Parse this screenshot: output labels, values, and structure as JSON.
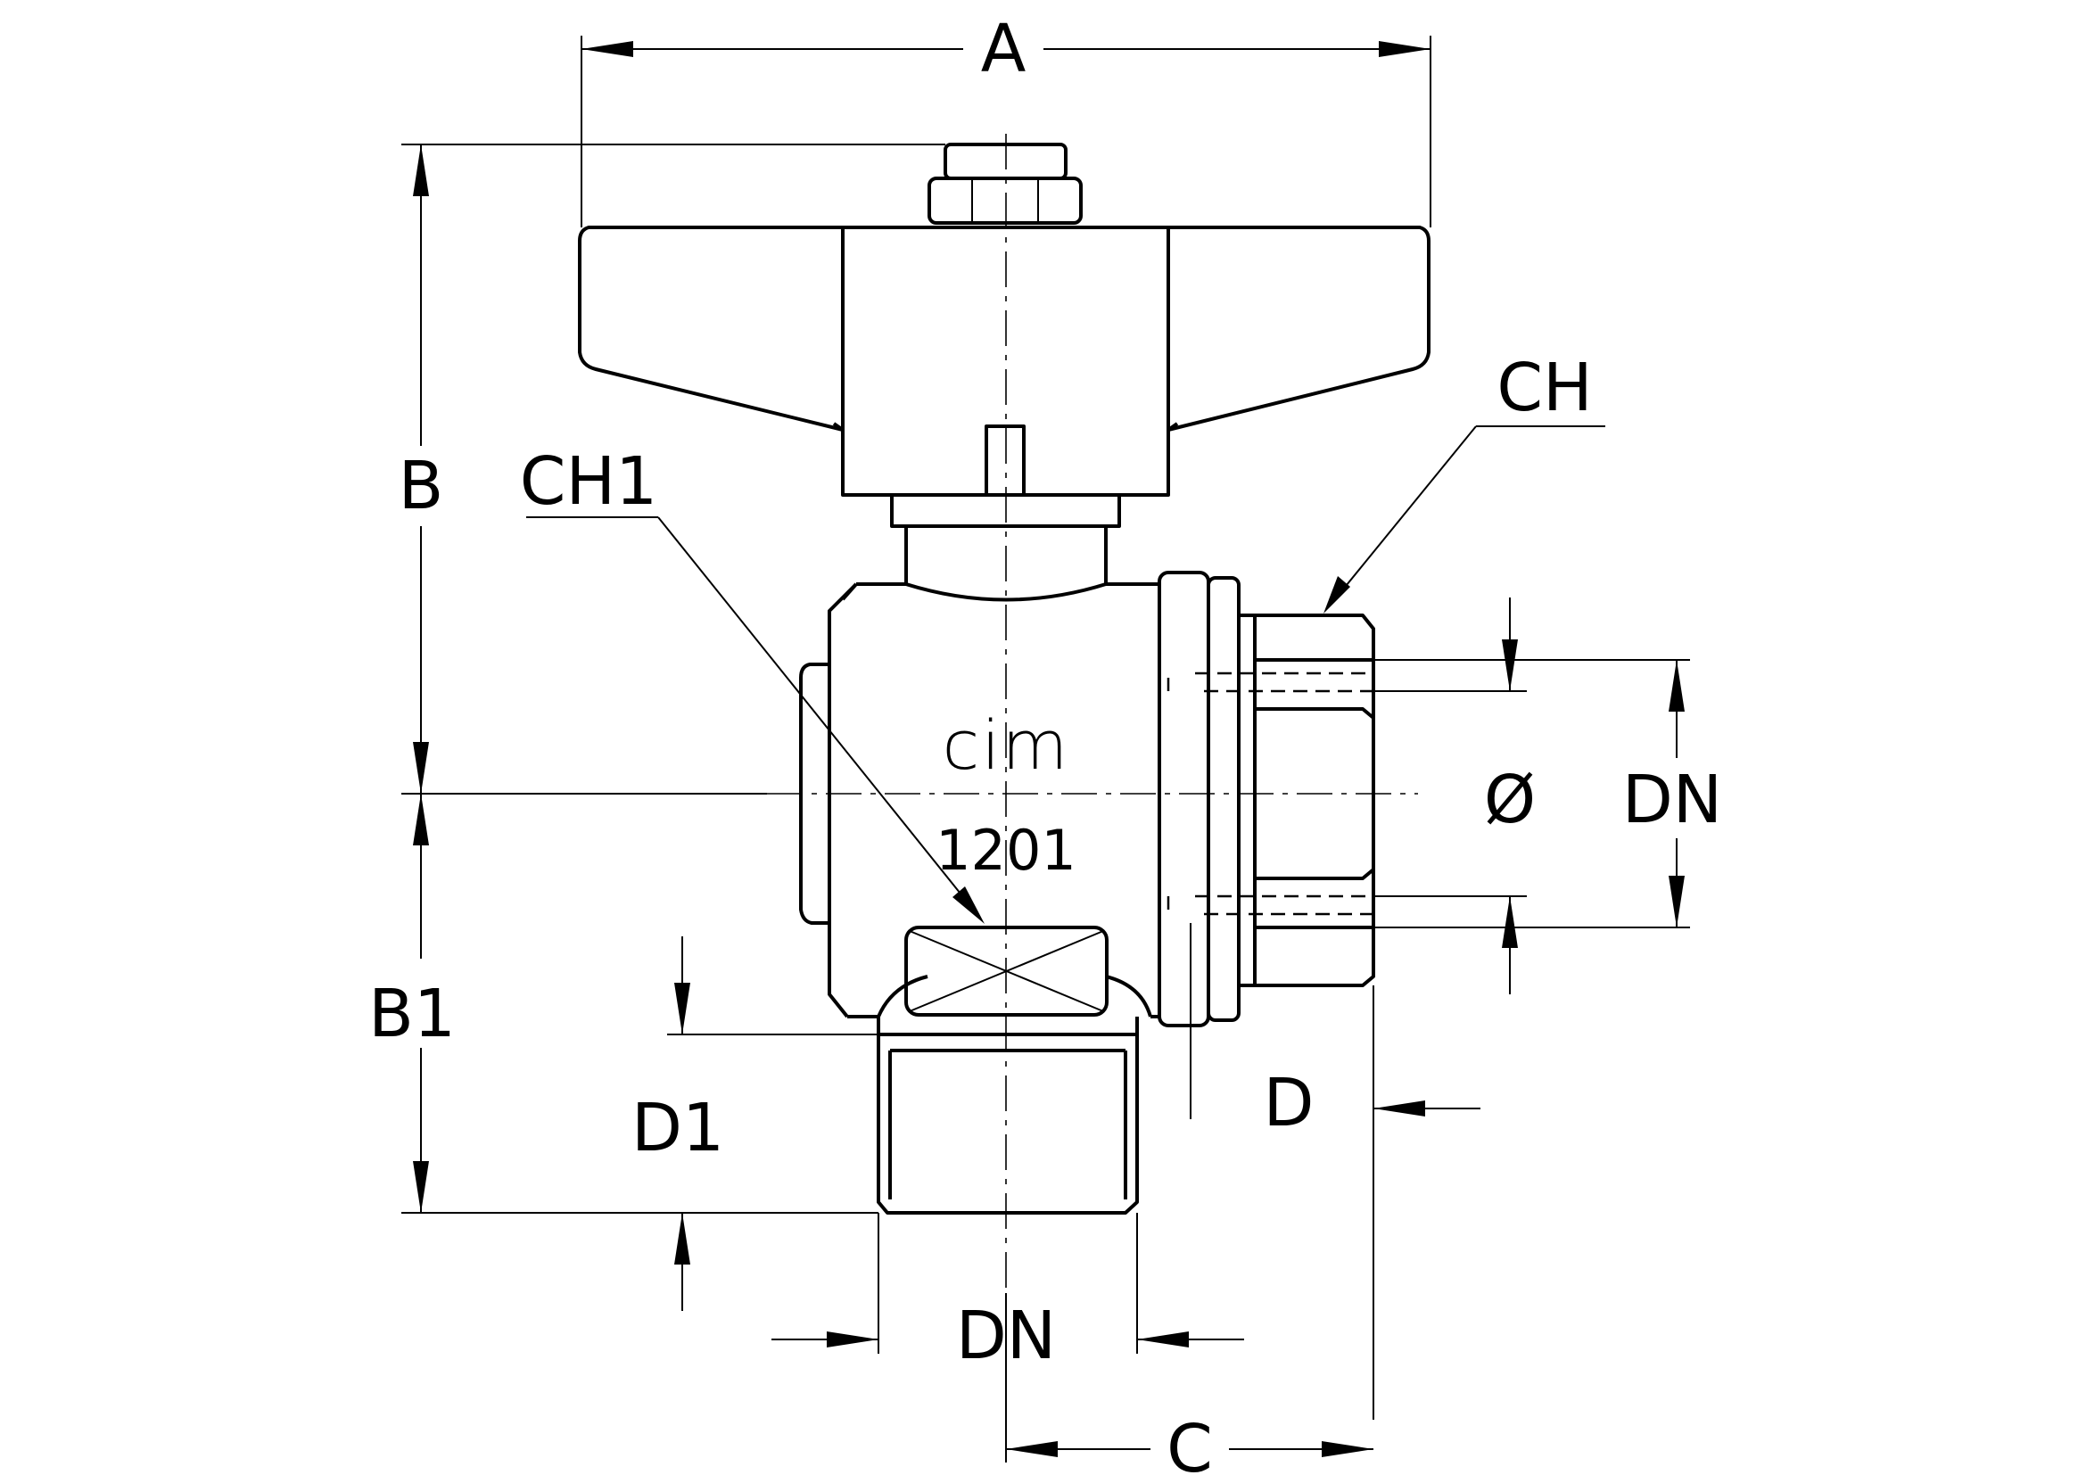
{
  "labels": {
    "A": "A",
    "B": "B",
    "B1": "B1",
    "CH": "CH",
    "CH1": "CH1",
    "phi": "Ø",
    "DN_right": "DN",
    "D": "D",
    "D1": "D1",
    "DN_bottom": "DN",
    "C": "C"
  },
  "body_marks": {
    "brand": "cim",
    "model": "1201"
  }
}
